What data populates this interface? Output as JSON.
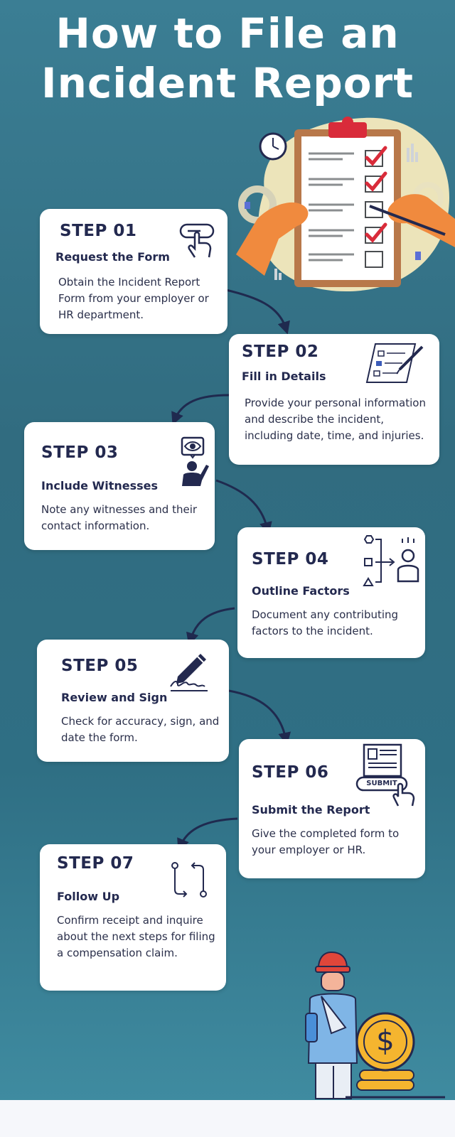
{
  "title": {
    "line1": "How to File an",
    "line2": "Incident Report"
  },
  "steps": [
    {
      "label": "STEP 01",
      "heading": "Request the Form",
      "description": "Obtain the Incident Report Form from your employer or HR department.",
      "icon": "hand-pointer-button-icon"
    },
    {
      "label": "STEP 02",
      "heading": "Fill in Details",
      "description": "Provide your personal information and describe the incident, including date, time, and injuries.",
      "icon": "form-checklist-pen-icon"
    },
    {
      "label": "STEP 03",
      "heading": "Include Witnesses",
      "description": "Note any witnesses and their contact information.",
      "icon": "witness-eye-person-icon"
    },
    {
      "label": "STEP 04",
      "heading": "Outline Factors",
      "description": "Document any contributing factors to the incident.",
      "icon": "factors-diagram-person-icon"
    },
    {
      "label": "STEP 05",
      "heading": "Review and Sign",
      "description": "Check for accuracy, sign, and date the form.",
      "icon": "pen-signature-icon"
    },
    {
      "label": "STEP 06",
      "heading": "Submit the Report",
      "description": "Give the completed form to your employer or HR.",
      "icon": "submit-form-hand-icon",
      "icon_text": "SUBMIT"
    },
    {
      "label": "STEP 07",
      "heading": "Follow Up",
      "description": "Confirm receipt and inquire about the next steps for filing a compensation claim.",
      "icon": "follow-up-cycle-arrows-icon"
    }
  ],
  "illustrations": {
    "top": "clipboard-checklist-illustration",
    "bottom": "injured-worker-coin-illustration",
    "bottom_symbol": "$"
  },
  "colors": {
    "background_top": "#3b7e94",
    "background_bottom": "#3f8ba0",
    "card": "#ffffff",
    "text_dark": "#23294f",
    "check_red": "#d92b3a",
    "skin": "#f08a3e",
    "coin": "#f5b52f",
    "footer": "#f6f7fb"
  }
}
